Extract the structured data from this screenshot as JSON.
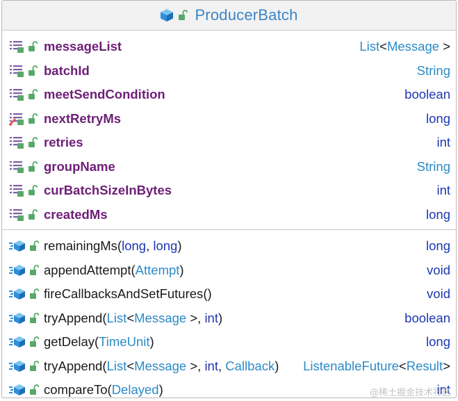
{
  "header": {
    "title": "ProducerBatch"
  },
  "fields": [
    {
      "name": "messageList",
      "type_parts": [
        [
          "List",
          "class"
        ],
        [
          "<",
          "punc"
        ],
        [
          "Message",
          "class"
        ],
        [
          " >",
          "punc"
        ]
      ],
      "icon": "field-icon"
    },
    {
      "name": "batchId",
      "type_parts": [
        [
          "String",
          "class"
        ]
      ],
      "icon": "field-icon"
    },
    {
      "name": "meetSendCondition",
      "type_parts": [
        [
          "boolean",
          "kw"
        ]
      ],
      "icon": "field-icon"
    },
    {
      "name": "nextRetryMs",
      "type_parts": [
        [
          "long",
          "kw"
        ]
      ],
      "icon": "field-write-icon"
    },
    {
      "name": "retries",
      "type_parts": [
        [
          "int",
          "kw"
        ]
      ],
      "icon": "field-icon"
    },
    {
      "name": "groupName",
      "type_parts": [
        [
          "String",
          "class"
        ]
      ],
      "icon": "field-icon"
    },
    {
      "name": "curBatchSizeInBytes",
      "type_parts": [
        [
          "int",
          "kw"
        ]
      ],
      "icon": "field-icon"
    },
    {
      "name": "createdMs",
      "type_parts": [
        [
          "long",
          "kw"
        ]
      ],
      "icon": "field-icon"
    }
  ],
  "methods": [
    {
      "name": "remainingMs",
      "params": [
        [
          "(",
          "punc"
        ],
        [
          "long",
          "kw"
        ],
        [
          ", ",
          "punc"
        ],
        [
          "long",
          "kw"
        ],
        [
          ")",
          "punc"
        ]
      ],
      "type_parts": [
        [
          "long",
          "kw"
        ]
      ]
    },
    {
      "name": "appendAttempt",
      "params": [
        [
          "(",
          "punc"
        ],
        [
          "Attempt",
          "type"
        ],
        [
          ")",
          "punc"
        ]
      ],
      "type_parts": [
        [
          "void",
          "kw"
        ]
      ]
    },
    {
      "name": "fireCallbacksAndSetFutures",
      "params": [
        [
          "()",
          "punc"
        ]
      ],
      "type_parts": [
        [
          "void",
          "kw"
        ]
      ]
    },
    {
      "name": "tryAppend",
      "params": [
        [
          "(",
          "punc"
        ],
        [
          "List",
          "type"
        ],
        [
          "<",
          "punc"
        ],
        [
          "Message",
          "type"
        ],
        [
          " >, ",
          "punc"
        ],
        [
          "int",
          "kw"
        ],
        [
          ")",
          "punc"
        ]
      ],
      "type_parts": [
        [
          "boolean",
          "kw"
        ]
      ]
    },
    {
      "name": "getDelay",
      "params": [
        [
          "(",
          "punc"
        ],
        [
          "TimeUnit",
          "type"
        ],
        [
          ")",
          "punc"
        ]
      ],
      "type_parts": [
        [
          "long",
          "kw"
        ]
      ]
    },
    {
      "name": "tryAppend",
      "params": [
        [
          "(",
          "punc"
        ],
        [
          "List",
          "type"
        ],
        [
          "<",
          "punc"
        ],
        [
          "Message",
          "type"
        ],
        [
          " >, ",
          "punc"
        ],
        [
          "int",
          "kw"
        ],
        [
          ", ",
          "punc"
        ],
        [
          "Callback",
          "type"
        ],
        [
          ")",
          "punc"
        ]
      ],
      "type_parts": [
        [
          "ListenableFuture",
          "class"
        ],
        [
          "<",
          "punc"
        ],
        [
          "Result",
          "class"
        ],
        [
          ">",
          "punc"
        ]
      ]
    },
    {
      "name": "compareTo",
      "params": [
        [
          " (",
          "punc"
        ],
        [
          "Delayed",
          "type"
        ],
        [
          ")",
          "punc"
        ]
      ],
      "type_parts": [
        [
          "int",
          "kw"
        ]
      ]
    }
  ],
  "watermark": "@稀土掘金技术社区",
  "colors": {
    "title": "#3d85c6",
    "field_name": "#6e1e78",
    "class_type": "#2c8ac6",
    "keyword": "#1f37b3",
    "lock": "#59a869"
  }
}
